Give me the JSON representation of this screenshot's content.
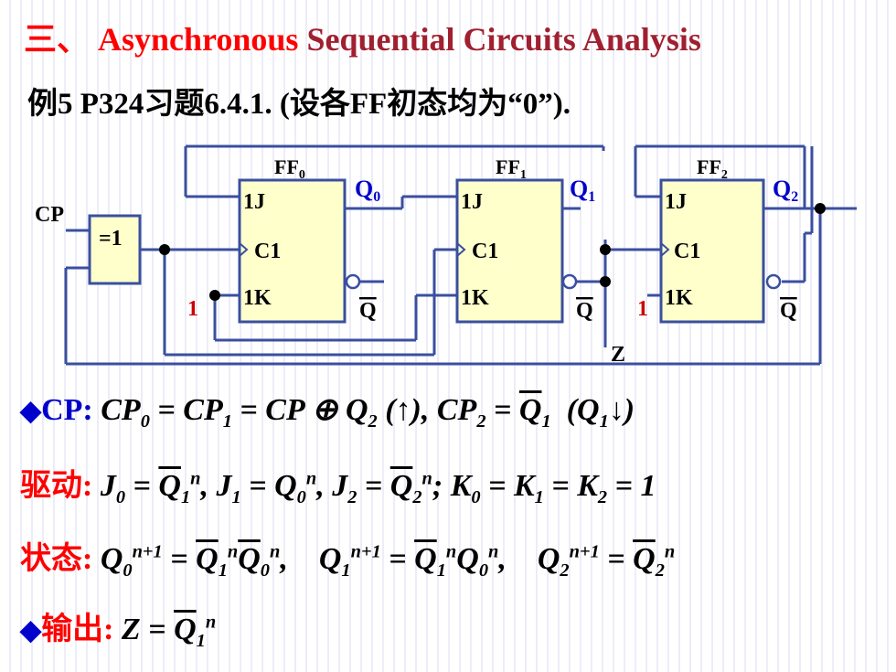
{
  "title": {
    "number": "三、",
    "word1": "Asynchronous",
    "rest": "Sequential Circuits Analysis"
  },
  "subtitle": "例5  P324习题6.4.1. (设各FF初态均为“0”).",
  "circuit": {
    "ff_labels": [
      "FF",
      "FF",
      "FF"
    ],
    "ff_subs": [
      "0",
      "1",
      "2"
    ],
    "pins": {
      "j": "1J",
      "c": "C1",
      "k": "1K"
    },
    "q_outputs": [
      "Q",
      "Q",
      "Q"
    ],
    "q_subs": [
      "0",
      "1",
      "2"
    ],
    "qbar_label": "Q",
    "cp_label": "CP",
    "xor_label": "=1",
    "const_one": "1",
    "z_label": "Z"
  },
  "equations": {
    "cp_label": "CP:",
    "drive_label": "驱动:",
    "state_label": "状态:",
    "output_label": "输出:"
  }
}
